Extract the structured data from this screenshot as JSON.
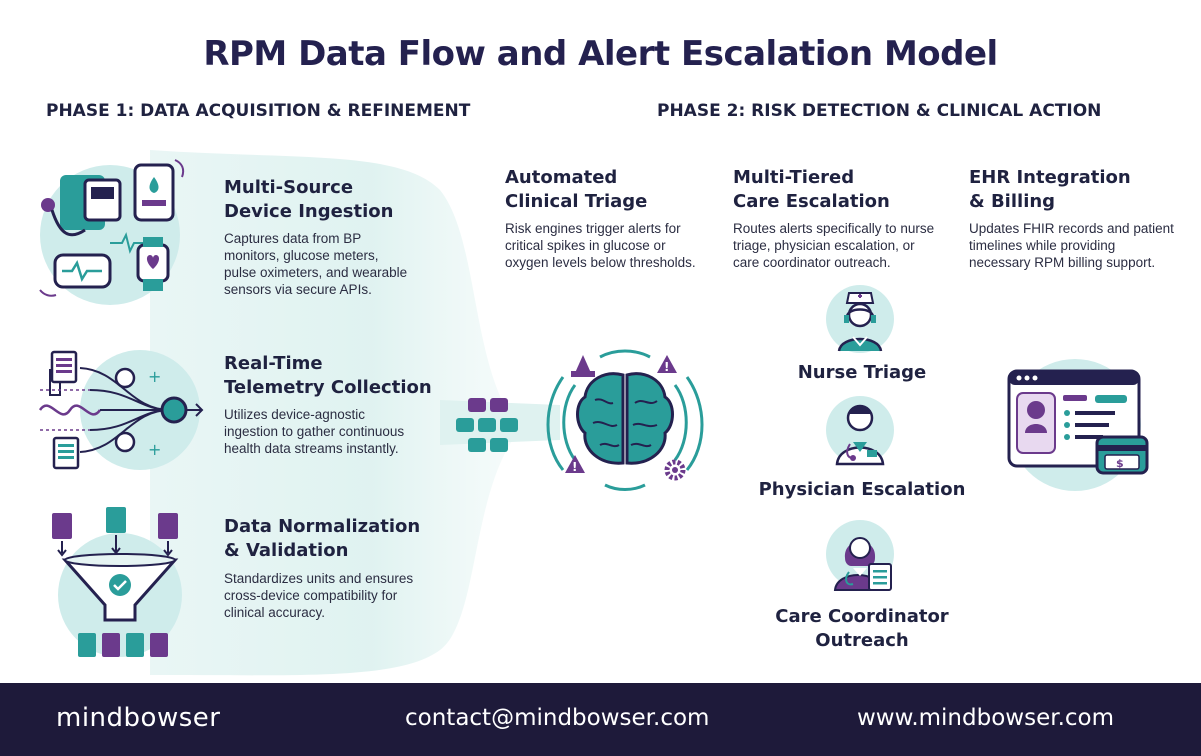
{
  "title": "RPM Data Flow and Alert Escalation Model",
  "phases": {
    "phase1": "PHASE 1: DATA ACQUISITION & REFINEMENT",
    "phase2": "PHASE 2: RISK DETECTION & CLINICAL ACTION"
  },
  "phase1_blocks": [
    {
      "title_line1": "Multi-Source",
      "title_line2": "Device Ingestion",
      "text_lines": [
        "Captures data from BP",
        "monitors, glucose meters,",
        "pulse oximeters, and wearable",
        "sensors via secure APIs."
      ]
    },
    {
      "title_line1": "Real-Time",
      "title_line2": "Telemetry Collection",
      "text_lines": [
        "Utilizes device-agnostic",
        "ingestion to gather continuous",
        "health data streams instantly."
      ]
    },
    {
      "title_line1": "Data Normalization",
      "title_line2": "& Validation",
      "text_lines": [
        "Standardizes units and ensures",
        "cross-device compatibility for",
        "clinical accuracy."
      ]
    }
  ],
  "phase2_blocks": [
    {
      "title_line1": "Automated",
      "title_line2": "Clinical Triage",
      "text_lines": [
        "Risk engines trigger alerts for",
        "critical spikes in glucose or",
        "oxygen levels below thresholds."
      ]
    },
    {
      "title_line1": "Multi-Tiered",
      "title_line2": "Care Escalation",
      "text_lines": [
        "Routes alerts specifically to nurse",
        "triage, physician escalation, or",
        "care coordinator outreach."
      ]
    },
    {
      "title_line1": "EHR Integration",
      "title_line2": "& Billing",
      "text_lines": [
        "Updates FHIR records and patient",
        "timelines while providing",
        "necessary RPM billing support."
      ]
    }
  ],
  "roles": {
    "nurse": "Nurse Triage",
    "physician": "Physician Escalation",
    "coordinator_line1": "Care Coordinator",
    "coordinator_line2": "Outreach"
  },
  "footer": {
    "logo": "mindbowser",
    "email": "contact@mindbowser.com",
    "website": "www.mindbowser.com"
  },
  "colors": {
    "teal": "#2a9d9a",
    "light_teal": "#d6efee",
    "purple": "#6b3a8c",
    "navy": "#24214f",
    "footer_bg": "#1e1a3a"
  },
  "icons": [
    "devices-icon",
    "telemetry-icon",
    "funnel-icon",
    "brain-alert-icon",
    "nurse-icon",
    "physician-icon",
    "coordinator-icon",
    "ehr-billing-icon",
    "blocks-icon"
  ]
}
